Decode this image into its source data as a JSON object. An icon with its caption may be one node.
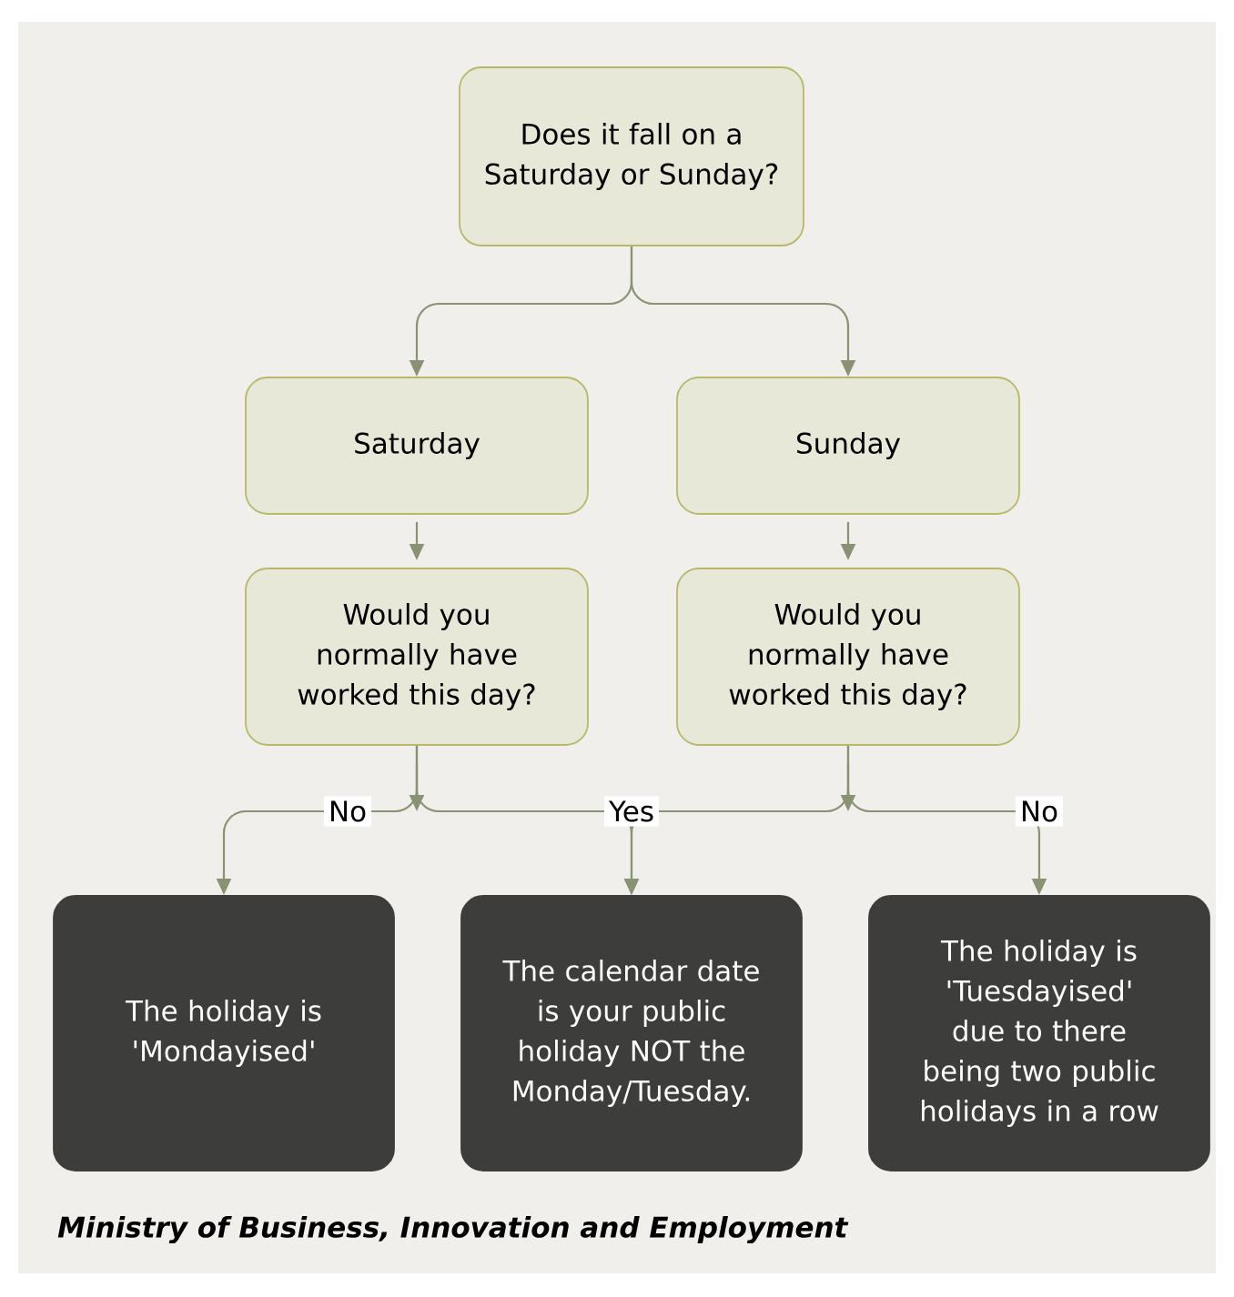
{
  "diagram": {
    "caption": "Ministry of Business, Innovation and Employment",
    "nodes": [
      {
        "text": [
          "Does it fall on a Saturday or Sunday?"
        ]
      },
      {
        "text": [
          "Saturday"
        ]
      },
      {
        "text": [
          "Sunday"
        ]
      },
      {
        "text": [
          "Would you normally have worked this day?"
        ]
      },
      {
        "text": [
          "Would you normally have worked this day?"
        ]
      },
      {
        "text": [
          "The holiday is 'Mondayised'"
        ]
      },
      {
        "text": [
          "The calendar date is your public holiday NOT the Monday/Tuesday."
        ]
      },
      {
        "text": [
          "The holiday is 'Tuesdayised' due to there being two public holidays in a row"
        ]
      }
    ],
    "edges": [
      {
        "from": 0,
        "to": 1,
        "arrow": "to"
      },
      {
        "from": 0,
        "to": 2,
        "arrow": "to"
      },
      {
        "from": 1,
        "to": 3,
        "arrow": "to"
      },
      {
        "from": 2,
        "to": 4,
        "arrow": "to"
      },
      {
        "from": 3,
        "to": 5,
        "arrow": "to",
        "label": "No"
      },
      {
        "from": 3,
        "to": 6,
        "arrow": "to",
        "label": "Yes"
      },
      {
        "from": 4,
        "to": 6,
        "arrow": "to"
      },
      {
        "from": 4,
        "to": 7,
        "arrow": "to",
        "label": "No"
      }
    ]
  }
}
